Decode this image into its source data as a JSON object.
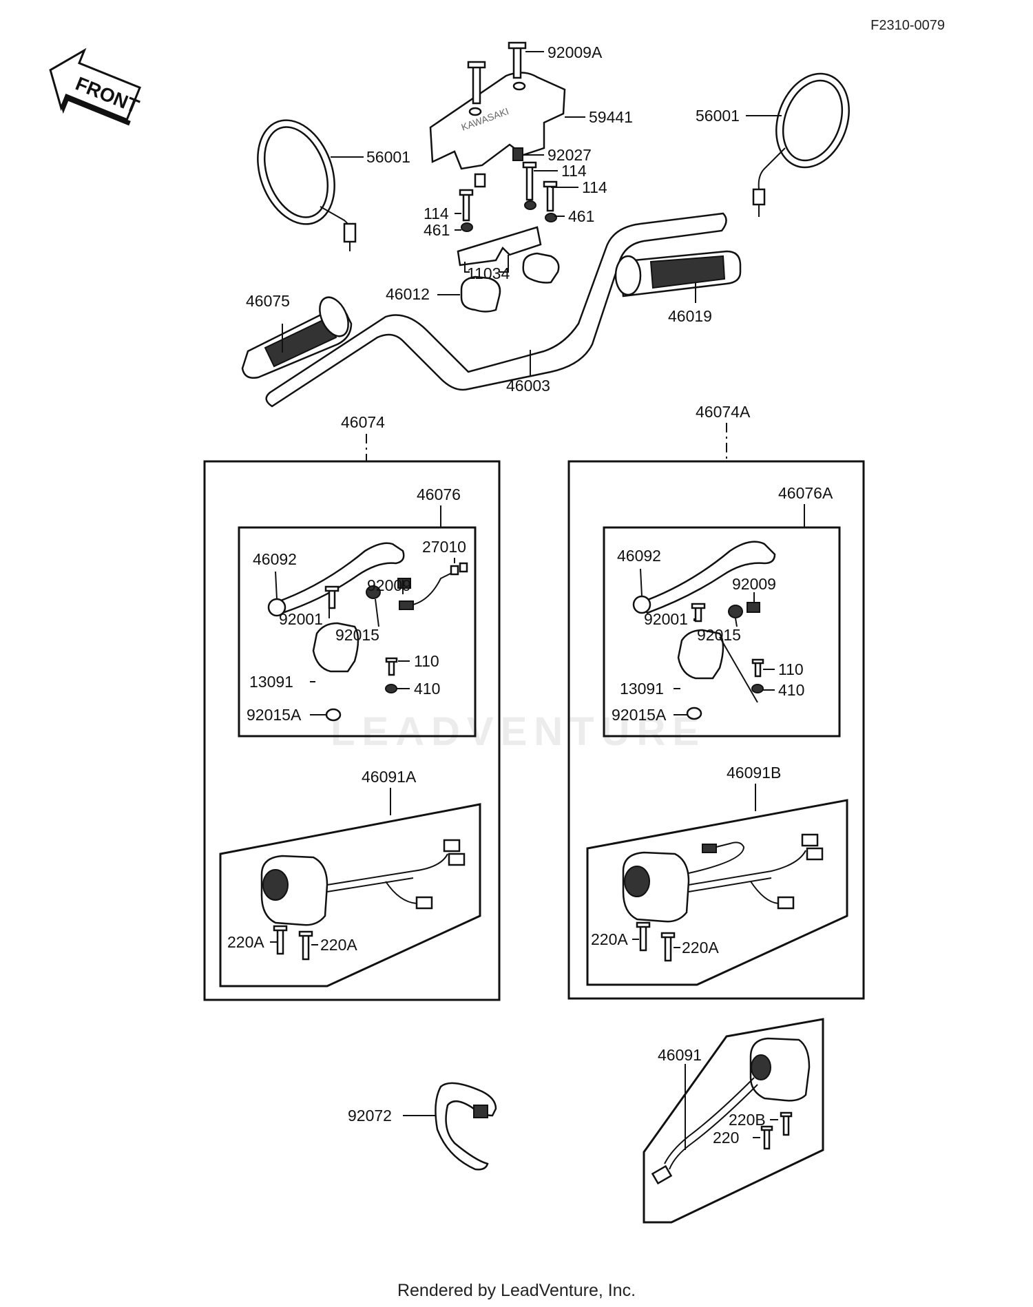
{
  "header": {
    "code": "F2310-0079"
  },
  "footer": {
    "text": "Rendered by LeadVenture, Inc."
  },
  "front_arrow": {
    "label": "FRONT"
  },
  "watermark": {
    "text": "LEADVENTURE"
  },
  "labels": {
    "p92009A": "92009A",
    "p59441": "59441",
    "p56001_left": "56001",
    "p56001_right": "56001",
    "p92027": "92027",
    "p114_a": "114",
    "p114_b": "114",
    "p114_c": "114",
    "p461_a": "461",
    "p461_b": "461",
    "p11034": "11034",
    "p46012": "46012",
    "p46075": "46075",
    "p46019": "46019",
    "p46003": "46003",
    "p46074": "46074",
    "p46074A": "46074A",
    "p46076": "46076",
    "p46076A": "46076A",
    "p46092_l": "46092",
    "p46092_r": "46092",
    "p27010": "27010",
    "p92009_l": "92009",
    "p92009_r": "92009",
    "p92001_l": "92001",
    "p92001_r": "92001",
    "p92015_l": "92015",
    "p92015_r": "92015",
    "p110_l": "110",
    "p110_r": "110",
    "p13091_l": "13091",
    "p13091_r": "13091",
    "p410_l": "410",
    "p410_r": "410",
    "p92015A_l": "92015A",
    "p92015A_r": "92015A",
    "p46091A": "46091A",
    "p46091B": "46091B",
    "p220A_l1": "220A",
    "p220A_l2": "220A",
    "p220A_r1": "220A",
    "p220A_r2": "220A",
    "p46091": "46091",
    "p220B": "220B",
    "p220": "220",
    "p92072": "92072"
  }
}
